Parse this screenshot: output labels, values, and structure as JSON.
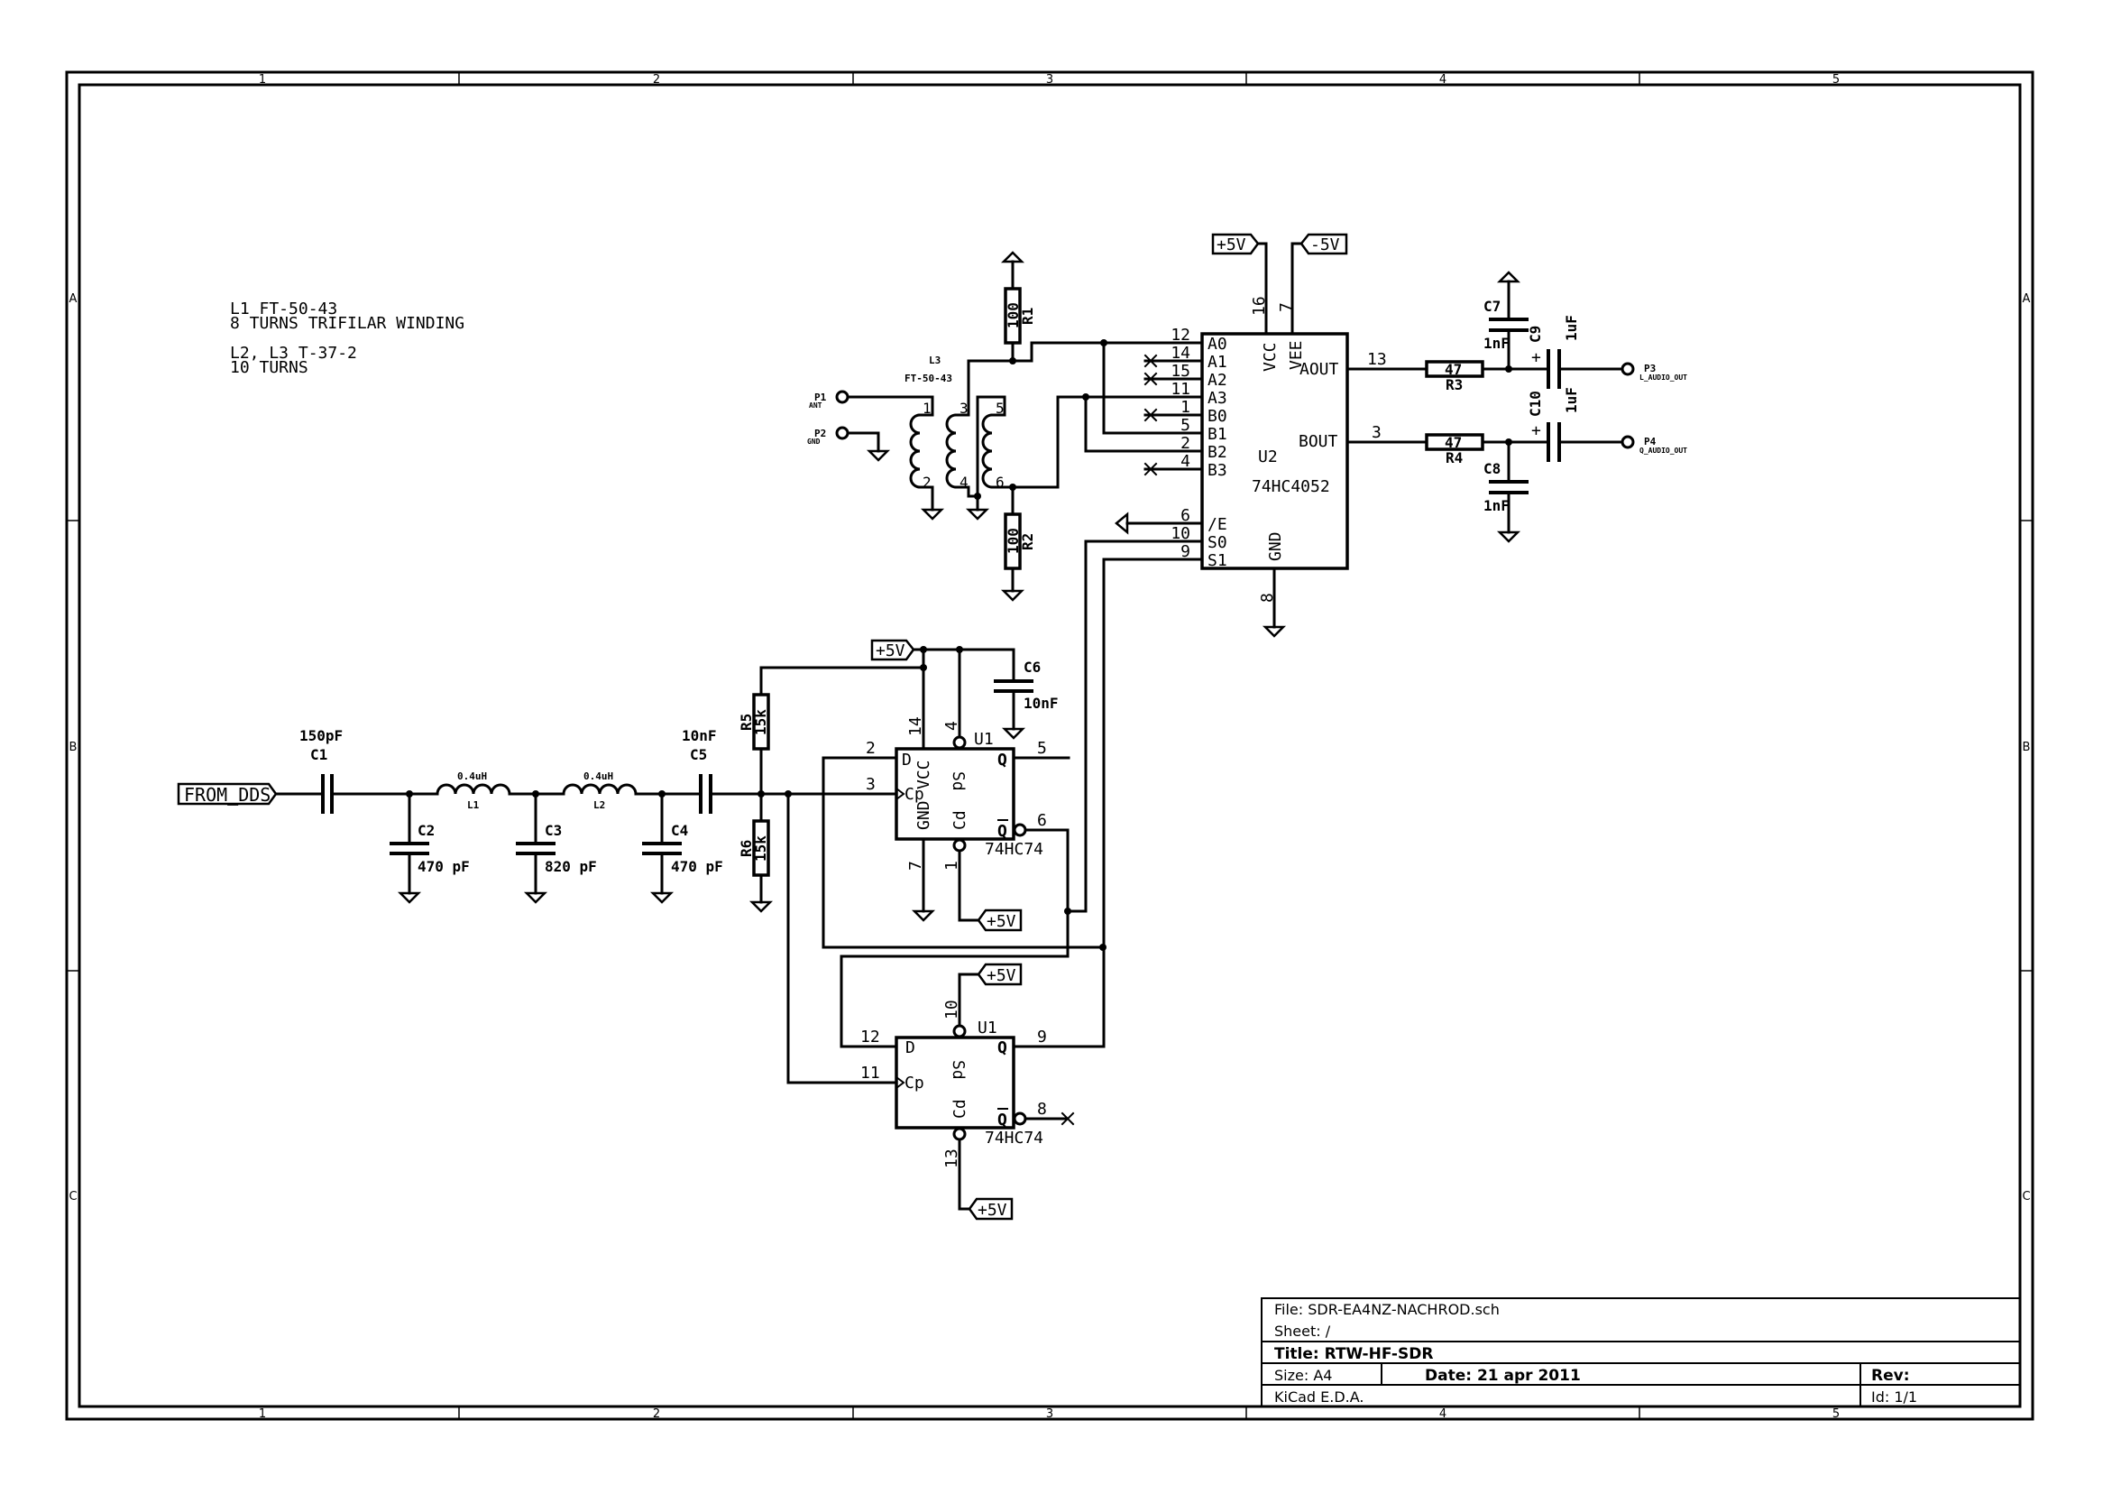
{
  "sheet": {
    "columns": [
      "1",
      "2",
      "3",
      "4",
      "5"
    ],
    "rows": [
      "A",
      "B",
      "C"
    ]
  },
  "notes": [
    "L1 FT-50-43",
    "8 TURNS TRIFILAR WINDING",
    "L2, L3  T-37-2",
    "10 TURNS"
  ],
  "title_block": {
    "file": "File: SDR-EA4NZ-NACHROD.sch",
    "sheet": "Sheet: /",
    "title": "Title: RTW-HF-SDR",
    "size": "Size: A4",
    "date": "Date: 21 apr 2011",
    "rev": "Rev:",
    "tool": "KiCad E.D.A.",
    "id": "Id: 1/1"
  },
  "labels": {
    "from_dds": "FROM_DDS",
    "p5v": "+5V",
    "m5v": "-5V"
  },
  "components": {
    "C1": {
      "ref": "C1",
      "value": "150pF"
    },
    "C2": {
      "ref": "C2",
      "value": "470 pF"
    },
    "C3": {
      "ref": "C3",
      "value": "820 pF"
    },
    "C4": {
      "ref": "C4",
      "value": "470 pF"
    },
    "C5": {
      "ref": "C5",
      "value": "10nF"
    },
    "C6": {
      "ref": "C6",
      "value": "10nF"
    },
    "C7": {
      "ref": "C7",
      "value": "1nF"
    },
    "C8": {
      "ref": "C8",
      "value": "1nF"
    },
    "C9": {
      "ref": "C9",
      "value": "1uF"
    },
    "C10": {
      "ref": "C10",
      "value": "1uF"
    },
    "L1": {
      "ref": "L1",
      "value": "0.4uH"
    },
    "L2": {
      "ref": "L2",
      "value": "0.4uH"
    },
    "L3": {
      "ref": "L3",
      "value": "FT-50-43"
    },
    "R1": {
      "ref": "R1",
      "value": "100"
    },
    "R2": {
      "ref": "R2",
      "value": "100"
    },
    "R3": {
      "ref": "R3",
      "value": "47"
    },
    "R4": {
      "ref": "R4",
      "value": "47"
    },
    "R5": {
      "ref": "R5",
      "value": "15k"
    },
    "R6": {
      "ref": "R6",
      "value": "15k"
    },
    "P1": {
      "ref": "P1",
      "value": "ANT"
    },
    "P2": {
      "ref": "P2",
      "value": "GND"
    },
    "P3": {
      "ref": "P3",
      "value": "L_AUDIO_OUT"
    },
    "P4": {
      "ref": "P4",
      "value": "Q_AUDIO_OUT"
    },
    "U2": {
      "ref": "U2",
      "value": "74HC4052",
      "pins_left": [
        {
          "name": "A0",
          "num": "12"
        },
        {
          "name": "A1",
          "num": "14"
        },
        {
          "name": "A2",
          "num": "15"
        },
        {
          "name": "A3",
          "num": "11"
        },
        {
          "name": "B0",
          "num": "1"
        },
        {
          "name": "B1",
          "num": "5"
        },
        {
          "name": "B2",
          "num": "2"
        },
        {
          "name": "B3",
          "num": "4"
        },
        {
          "name": "/E",
          "num": "6"
        },
        {
          "name": "S0",
          "num": "10"
        },
        {
          "name": "S1",
          "num": "9"
        }
      ],
      "vcc": {
        "name": "VCC",
        "num": "16"
      },
      "vee": {
        "name": "VEE",
        "num": "7"
      },
      "gnd": {
        "name": "GND",
        "num": "8"
      },
      "aout": {
        "name": "AOUT",
        "num": "13"
      },
      "bout": {
        "name": "BOUT",
        "num": "3"
      }
    },
    "U1A": {
      "ref": "U1",
      "value": "74HC74",
      "pins": {
        "D": "2",
        "Cp": "3",
        "Q": "5",
        "Qn": "6",
        "Sd": "4",
        "Cd": "1",
        "VCC": "14",
        "GND": "7"
      },
      "names": {
        "D": "D",
        "Cp": "Cp",
        "Q": "Q",
        "Qn": "Q",
        "Sd": "Sd",
        "Cd": "Cd",
        "VCC": "VCC",
        "GND": "GND"
      }
    },
    "U1B": {
      "ref": "U1",
      "value": "74HC74",
      "pins": {
        "D": "12",
        "Cp": "11",
        "Q": "9",
        "Qn": "8",
        "Sd": "10",
        "Cd": "13"
      },
      "names": {
        "D": "D",
        "Cp": "Cp",
        "Q": "Q",
        "Qn": "Q",
        "Sd": "Sd",
        "Cd": "Cd"
      }
    },
    "L3_pins": [
      "1",
      "2",
      "3",
      "4",
      "5",
      "6"
    ]
  }
}
